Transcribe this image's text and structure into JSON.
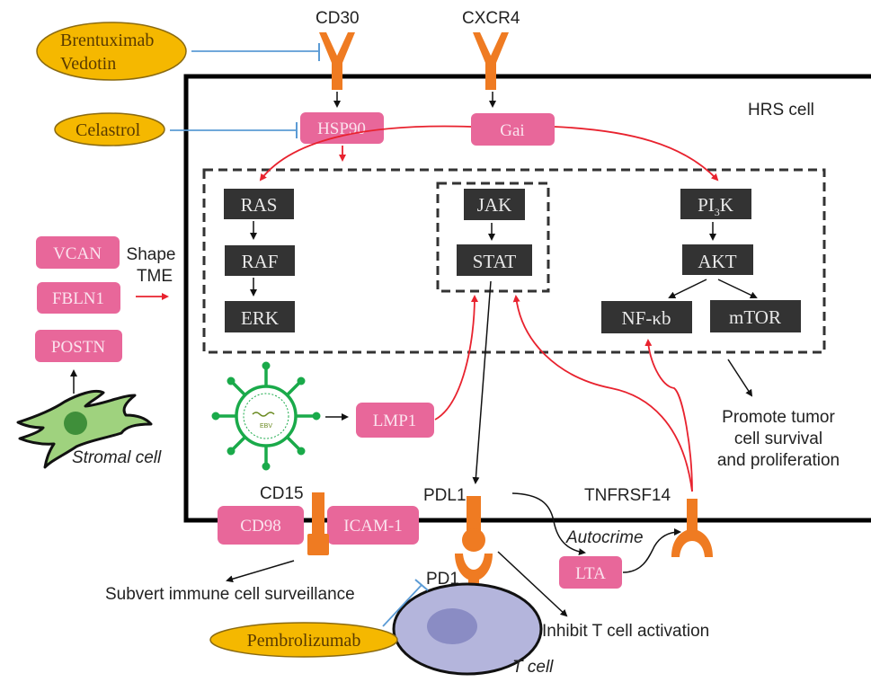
{
  "title": "HRS cell signaling and therapeutic targets",
  "colors": {
    "pink_box": "#e8679a",
    "dark_box": "#333333",
    "receptor": "#ef7b22",
    "drug_fill": "#f5b800",
    "inhibit_line": "#5b9bd5",
    "activation_line": "#e8222e",
    "stromal_fill": "#9fd27e",
    "tcell_fill": "#b4b5dc",
    "virus": "#1aaa4a"
  },
  "drugs": {
    "brentuximab": [
      "Brentuximab",
      "Vedotin"
    ],
    "celastrol": "Celastrol",
    "pembrolizumab": "Pembrolizumab"
  },
  "receptors": {
    "cd30": "CD30",
    "cxcr4": "CXCR4",
    "cd15": "CD15",
    "pdl1": "PDL1",
    "pd1": "PD1",
    "tnfrsf14": "TNFRSF14"
  },
  "cell_label": "HRS cell",
  "pink_nodes": {
    "hsp90": "HSP90",
    "gai": "Gai",
    "vcan": "VCAN",
    "fbln1": "FBLN1",
    "postn": "POSTN",
    "lmp1": "LMP1",
    "cd98": "CD98",
    "icam1": "ICAM-1",
    "lta": "LTA"
  },
  "pathway_nodes": {
    "ras": "RAS",
    "raf": "RAF",
    "erk": "ERK",
    "jak": "JAK",
    "stat": "STAT",
    "pi3k_main": "PI",
    "pi3k_sub": "3",
    "pi3k_end": "K",
    "akt": "AKT",
    "nfkb": "NF-κb",
    "mtor": "mTOR"
  },
  "annotations": {
    "shape_tme": [
      "Shape",
      "TME"
    ],
    "stromal_cell": "Stromal cell",
    "ebv": "EBV",
    "promote": [
      "Promote tumor",
      "cell survival",
      "and proliferation"
    ],
    "subvert": "Subvert immune cell surveillance",
    "inhibit": "Inhibit T cell activation",
    "autocrime": "Autocrime",
    "t_cell": "T cell"
  }
}
